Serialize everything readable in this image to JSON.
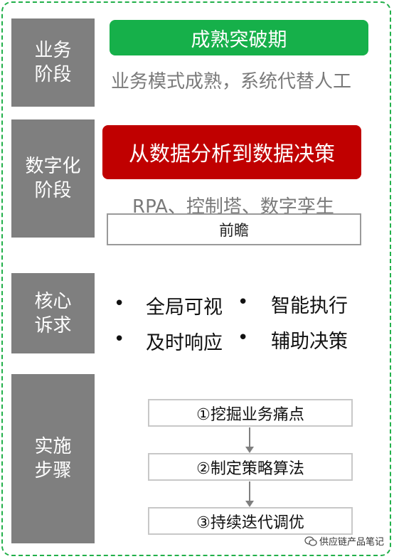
{
  "colors": {
    "frame": "#22b04a",
    "side_label_bg": "#7f7f7f",
    "mature_bg": "#16b04a",
    "decision_bg": "#c00000",
    "arrow": "#7f7f7f"
  },
  "business": {
    "label": "业务\n阶段",
    "phase": "成熟突破期",
    "description": "业务模式成熟，系统代替人工"
  },
  "digital": {
    "label": "数字化\n阶段",
    "headline": "从数据分析到数据决策",
    "technologies": "RPA、控制塔、数字孪生",
    "frontier": "前瞻"
  },
  "core": {
    "label": "核心\n诉求",
    "bullet": "•",
    "items": [
      "全局可视",
      "智能执行",
      "及时响应",
      "辅助决策"
    ]
  },
  "steps": {
    "label": "实施\n步骤",
    "items": [
      "①挖掘业务痛点",
      "②制定策略算法",
      "③持续迭代调优"
    ]
  },
  "watermark": {
    "icon": "wechat-official-account-icon",
    "text": "供应链产品笔记"
  }
}
